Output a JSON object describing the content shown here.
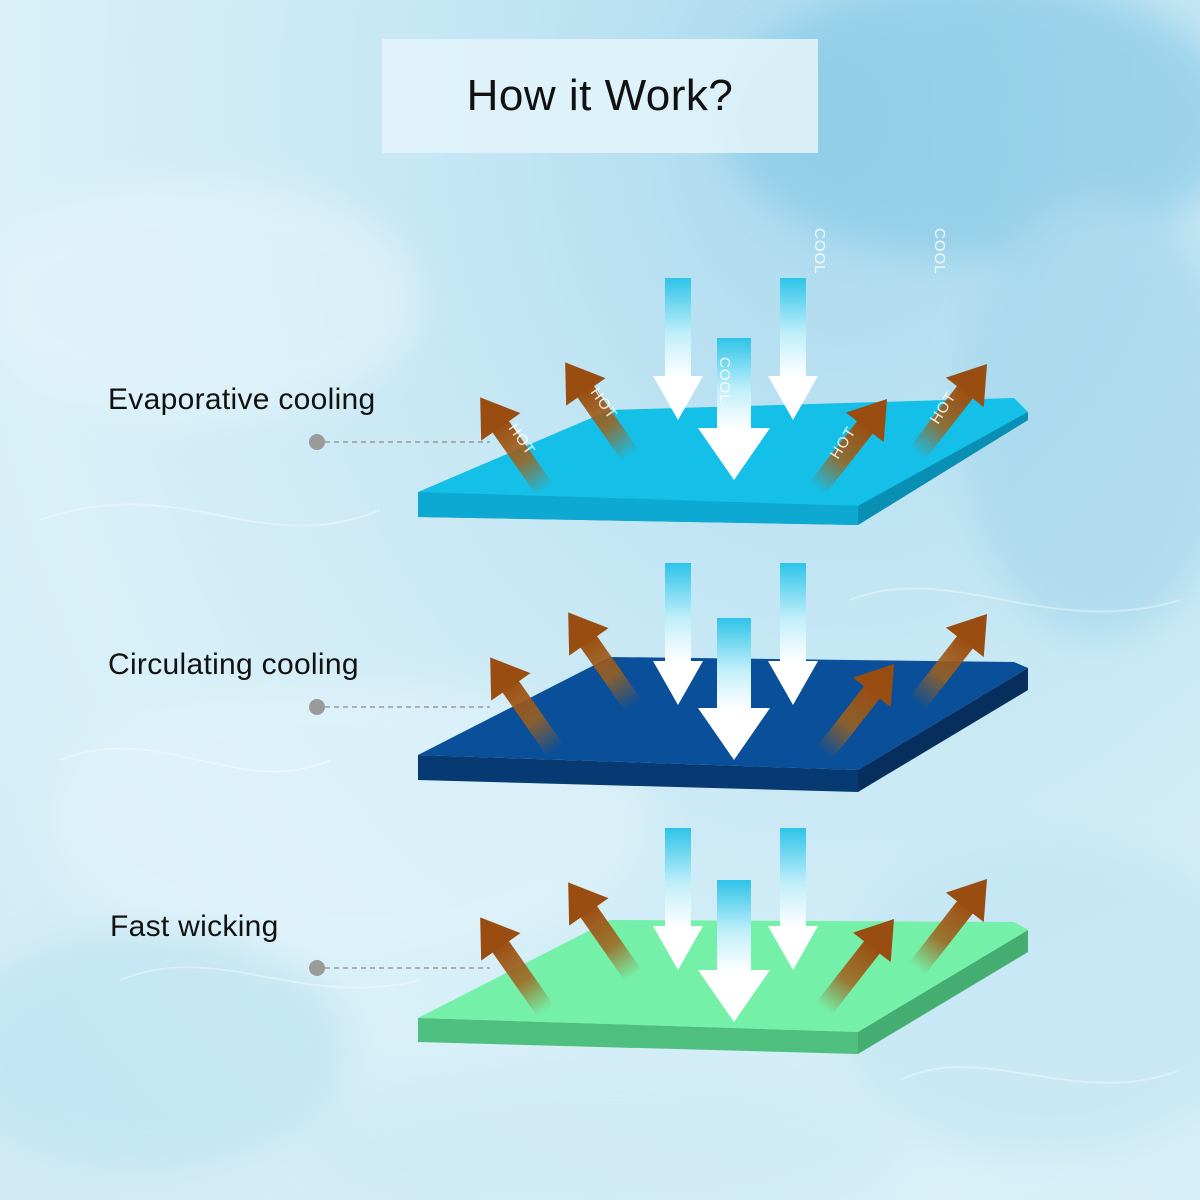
{
  "title": "How it Work?",
  "layers": [
    {
      "label": "Evaporative cooling",
      "color": "#14c0e8",
      "edge": "#0c99c0"
    },
    {
      "label": "Circulating cooling",
      "color": "#0a4f9a",
      "edge": "#073a72"
    },
    {
      "label": "Fast wicking",
      "color": "#74f0a8",
      "edge": "#4fbf80"
    }
  ],
  "arrow_labels": {
    "hot": "HOT",
    "cool": "COOL"
  },
  "colors": {
    "hot_arrow": "#a0621c",
    "cool_arrow": "#ffffff",
    "connector_dot": "#9a9a9a"
  }
}
